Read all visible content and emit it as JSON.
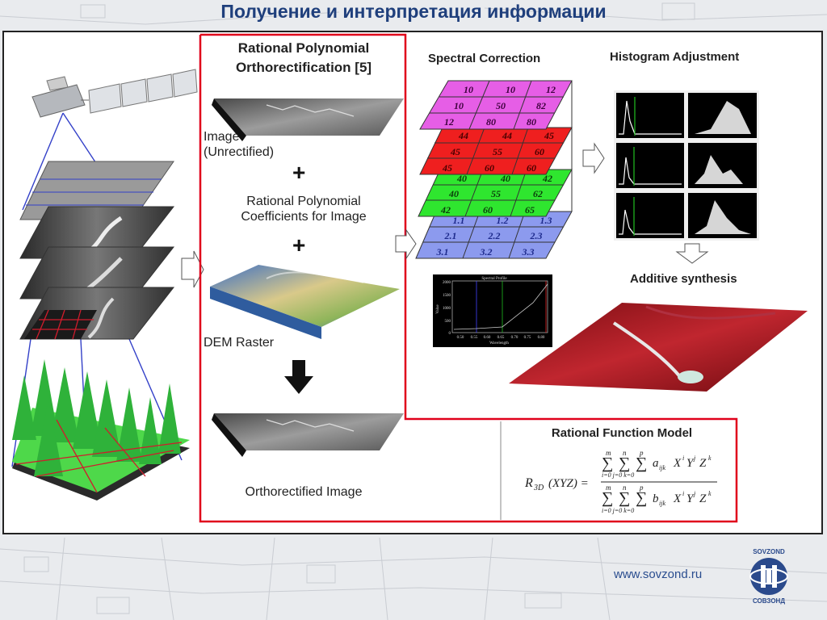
{
  "title": "Получение и интерпретация информации",
  "rpo": {
    "heading_line1": "Rational Polynomial",
    "heading_line2": "Orthorectification [5]",
    "image_label_line1": "Image",
    "image_label_line2": "(Unrectified)",
    "plus": "+",
    "coeff_line1": "Rational Polynomial",
    "coeff_line2": "Coefficients for Image",
    "dem_label": "DEM Raster",
    "ortho_label": "Orthorectified Image"
  },
  "spectral": {
    "heading": "Spectral Correction",
    "magenta_cells": [
      "10",
      "10",
      "12",
      "10",
      "50",
      "82",
      "12",
      "80",
      "80"
    ],
    "red_cells": [
      "44",
      "44",
      "45",
      "45",
      "55",
      "60",
      "45",
      "60",
      "60"
    ],
    "green_cells": [
      "40",
      "40",
      "42",
      "40",
      "55",
      "62",
      "42",
      "60",
      "65"
    ],
    "blue_cells": [
      "1.1",
      "1.2",
      "1.3",
      "2.1",
      "2.2",
      "2.3",
      "3.1",
      "3.2",
      "3.3"
    ],
    "profile": {
      "title": "Spectral Profile",
      "ylabel": "Value",
      "xlabel": "Wavelength",
      "yticks": [
        "2000",
        "1500",
        "1000",
        "500",
        "0"
      ],
      "xticks": [
        "0.50",
        "0.55",
        "0.60",
        "0.65",
        "0.70",
        "0.75",
        "0.80"
      ]
    }
  },
  "histogram": {
    "heading": "Histogram Adjustment"
  },
  "additive": {
    "heading": "Additive synthesis"
  },
  "rfm": {
    "heading": "Rational Function Model",
    "lhs": "R",
    "lhs_sub": "3D",
    "lhs_args": "(XYZ) =",
    "sum_limits_top": [
      "m",
      "n",
      "p"
    ],
    "sum_limits_bottom": "i=0 j=0 k=0",
    "numerator_coef": "a",
    "denominator_coef": "b",
    "coef_sub": "ijk",
    "term": "X",
    "sup_i": "i",
    "term_y": "Y",
    "sup_j": "j",
    "term_z": "Z",
    "sup_k": "k"
  },
  "footer": {
    "url": "www.sovzond.ru",
    "logo_top": "SOVZOND",
    "logo_bottom": "СОВЗОНД"
  },
  "colors": {
    "title": "#1f3f7c",
    "red_box": "#e0001b",
    "magenta": "#e65ee6",
    "red_layer": "#ef1f1f",
    "green_layer": "#2fe62f",
    "blue_layer": "#8c9aee",
    "satellite_blue": "#3340c8"
  }
}
